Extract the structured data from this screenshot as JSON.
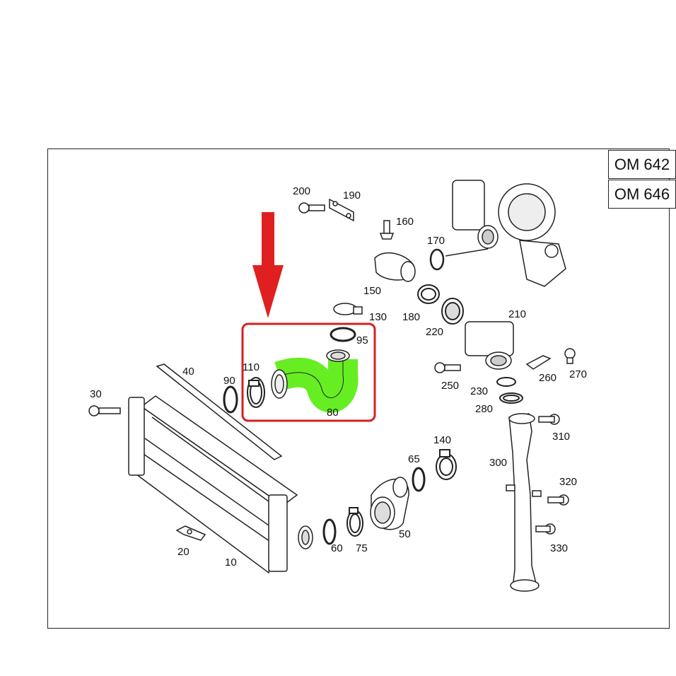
{
  "engine_codes": [
    "OM 642",
    "OM 646"
  ],
  "labels": {
    "p10": "10",
    "p20": "20",
    "p30": "30",
    "p40": "40",
    "p50": "50",
    "p60": "60",
    "p65": "65",
    "p75": "75",
    "p80": "80",
    "p90": "90",
    "p95": "95",
    "p110": "110",
    "p130": "130",
    "p140": "140",
    "p150": "150",
    "p160": "160",
    "p170": "170",
    "p180": "180",
    "p190": "190",
    "p200": "200",
    "p210": "210",
    "p220": "220",
    "p230": "230",
    "p250": "250",
    "p260": "260",
    "p270": "270",
    "p280": "280",
    "p300": "300",
    "p310": "310",
    "p320": "320",
    "p330": "330"
  },
  "colors": {
    "highlight_part": "#66ee22",
    "highlight_box": "#d62020",
    "arrow": "#e02020",
    "line": "#222222"
  },
  "highlighted_part": "80"
}
